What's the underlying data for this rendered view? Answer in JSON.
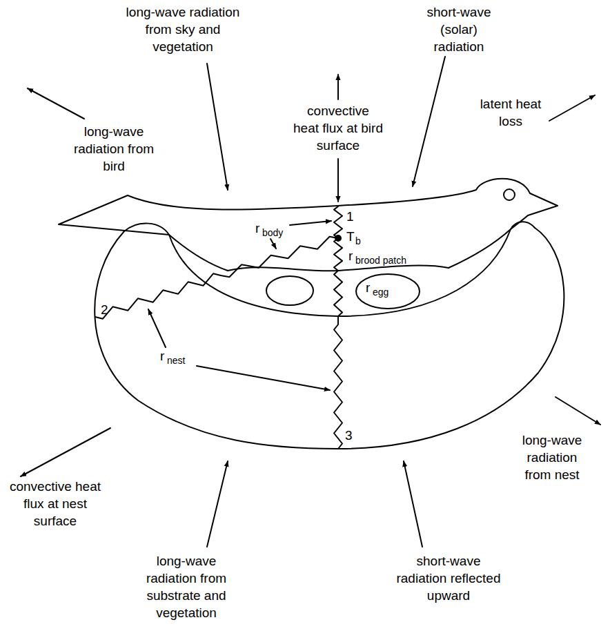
{
  "diagram": {
    "labels": [
      "long-wave radiation from sky and vegetation",
      "short-wave (solar) radiation",
      "long-wave radiation from bird",
      "convective heat flux at bird surface",
      "latent heat loss",
      "r",
      "body",
      "1",
      "T",
      "b",
      "r",
      "brood patch",
      "r",
      "egg",
      "2",
      "r",
      "nest",
      "3",
      "convective heat flux at nest surface",
      "long-wave radiation from nest",
      "long-wave radiation from substrate and vegetation",
      "short-wave radiation reflected upward"
    ]
  }
}
